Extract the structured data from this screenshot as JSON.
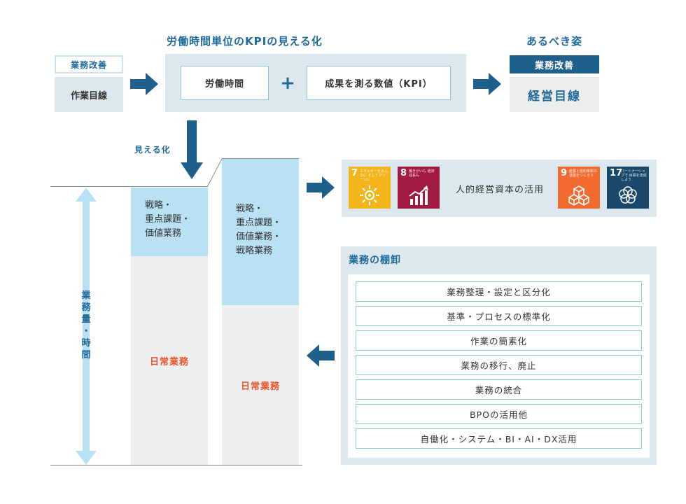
{
  "kpi": {
    "title": "労働時間単位のKPIの見える化",
    "hours_label": "労働時間",
    "plus": "+",
    "kpi_label": "成果を測る数値（KPI）"
  },
  "current": {
    "tag": "業務改善",
    "target": "作業目線"
  },
  "ideal": {
    "title": "あるべき姿",
    "tag": "業務改善",
    "target": "経営目線"
  },
  "visualize_label": "見える化",
  "axis_label": [
    "業",
    "務",
    "量",
    "・",
    "時",
    "間"
  ],
  "left_bar": {
    "top_lines": [
      "戦略・",
      "重点課題・",
      "価値業務"
    ],
    "bottom": "日常業務"
  },
  "right_bar": {
    "top_lines": [
      "戦略・",
      "重点課題・",
      "価値業務・",
      "戦略業務"
    ],
    "bottom": "日常業務"
  },
  "sdgs": {
    "center_text": "人的経営資本の活用",
    "goals": [
      {
        "num": "7",
        "text": "エネルギーをみんなに そしてクリーンに",
        "color": "#f4b51b",
        "icon": "sun-icon"
      },
      {
        "num": "8",
        "text": "働きがいも 経済成長も",
        "color": "#a21942",
        "icon": "growth-chart-icon"
      },
      {
        "num": "9",
        "text": "産業と技術革新の 基盤をつくろう",
        "color": "#f26a2d",
        "icon": "cubes-icon"
      },
      {
        "num": "17",
        "text": "パートナーシップで 目標を達成しよう",
        "color": "#19486a",
        "icon": "rings-icon"
      }
    ]
  },
  "stocktake": {
    "title": "業務の棚卸",
    "items": [
      "業務整理・設定と区分化",
      "基準・プロセスの標準化",
      "作業の簡素化",
      "業務の移行、廃止",
      "業務の統合",
      "BPOの活用他",
      "自働化・システム・BI・AI・DX活用"
    ]
  },
  "colors": {
    "accent": "#1f5f8b",
    "panel": "#dde8ee",
    "light_blue": "#b9e1f4",
    "orange_text": "#e8572b"
  }
}
